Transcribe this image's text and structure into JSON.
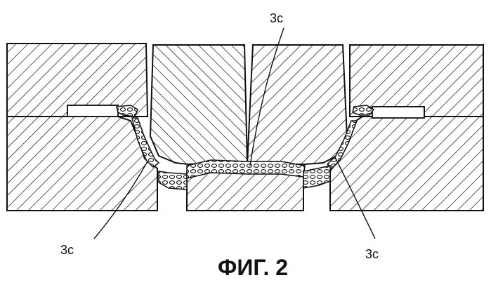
{
  "labels": {
    "top_center": "3c",
    "bottom_left": "3c",
    "bottom_right": "3c"
  },
  "caption": "ФИГ. 2"
}
